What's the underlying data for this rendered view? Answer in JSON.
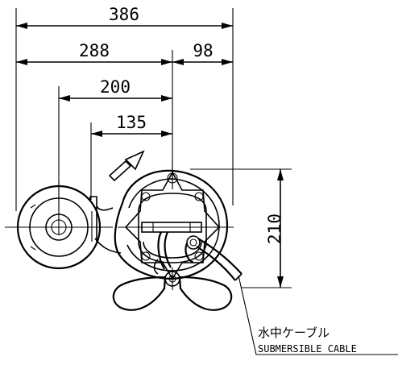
{
  "dimensions": {
    "overall_width": "386",
    "left_width": "288",
    "right_width": "98",
    "width_200": "200",
    "width_135": "135",
    "height_210": "210"
  },
  "callout": {
    "label_jp": "水中ケーブル",
    "label_en": "SUBMERSIBLE CABLE"
  }
}
